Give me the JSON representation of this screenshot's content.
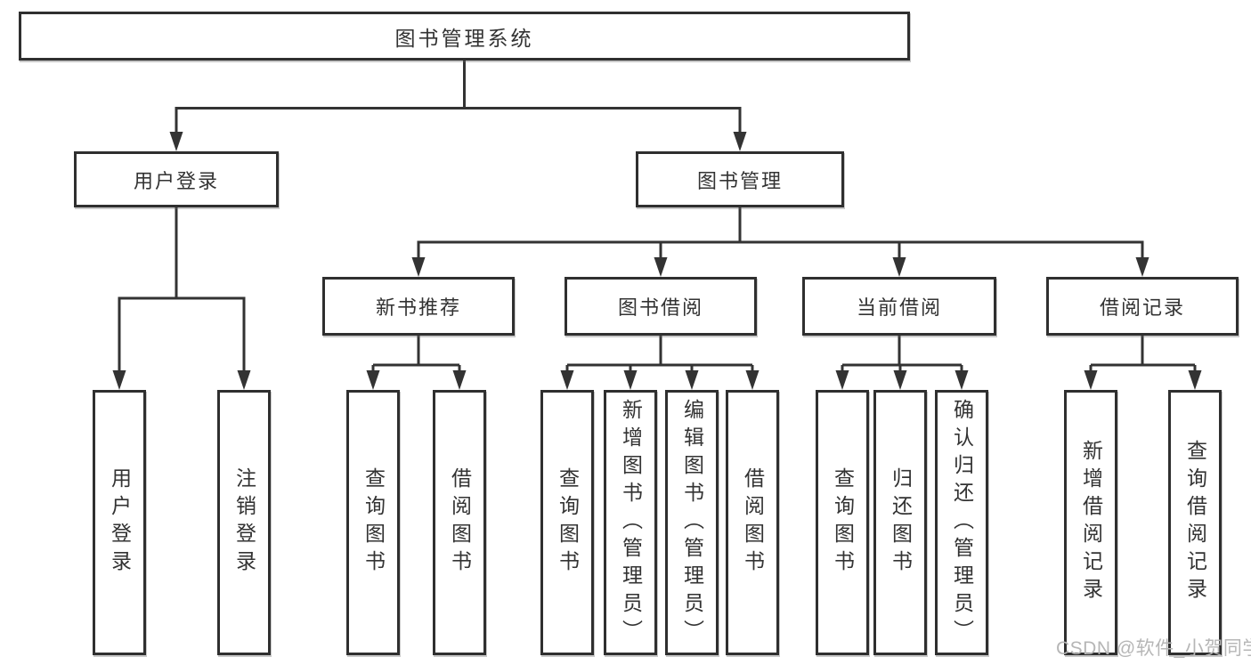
{
  "tree": {
    "label": "图书管理系统",
    "children": [
      {
        "label": "用户登录",
        "children": [
          {
            "label": "用户登录"
          },
          {
            "label": "注销登录"
          }
        ]
      },
      {
        "label": "图书管理",
        "children": [
          {
            "label": "新书推荐",
            "children": [
              {
                "label": "查询图书"
              },
              {
                "label": "借阅图书"
              }
            ]
          },
          {
            "label": "图书借阅",
            "children": [
              {
                "label": "查询图书"
              },
              {
                "label": "新增图书（管理员）"
              },
              {
                "label": "编辑图书（管理员）"
              },
              {
                "label": "借阅图书"
              }
            ]
          },
          {
            "label": "当前借阅",
            "children": [
              {
                "label": "查询图书"
              },
              {
                "label": "归还图书"
              },
              {
                "label": "确认归还（管理员）"
              }
            ]
          },
          {
            "label": "借阅记录",
            "children": [
              {
                "label": "新增借阅记录"
              },
              {
                "label": "查询借阅记录"
              }
            ]
          }
        ]
      }
    ]
  },
  "watermark": {
    "text": "CSDN @软件_小贺同学"
  },
  "colors": {
    "line": "#333333",
    "border": "#2f2f2f",
    "text": "#333333",
    "watermark": "#b6b6b6",
    "background": "#ffffff"
  }
}
